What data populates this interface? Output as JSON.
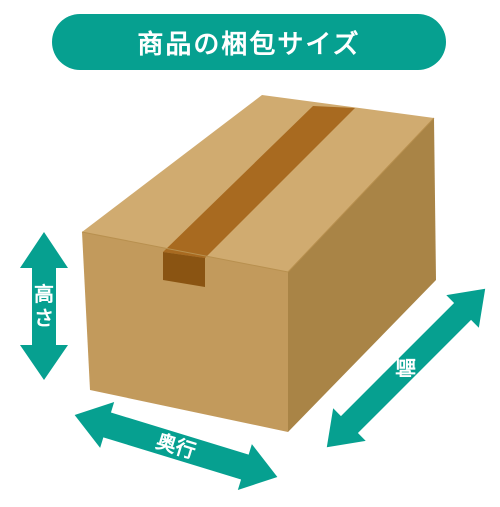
{
  "title": "商品の梱包サイズ",
  "labels": {
    "height_line1": "高",
    "height_line2": "さ",
    "depth": "奥行",
    "width": "幅"
  },
  "colors": {
    "accent": "#06a090",
    "box_front": "#c29a5c",
    "box_top": "#d0ab70",
    "box_side": "#a98446",
    "tape": "#a86a20",
    "tape_dark": "#8a5412"
  },
  "icons": [
    "box-illustration",
    "height-arrow-icon",
    "depth-arrow-icon",
    "width-arrow-icon"
  ]
}
